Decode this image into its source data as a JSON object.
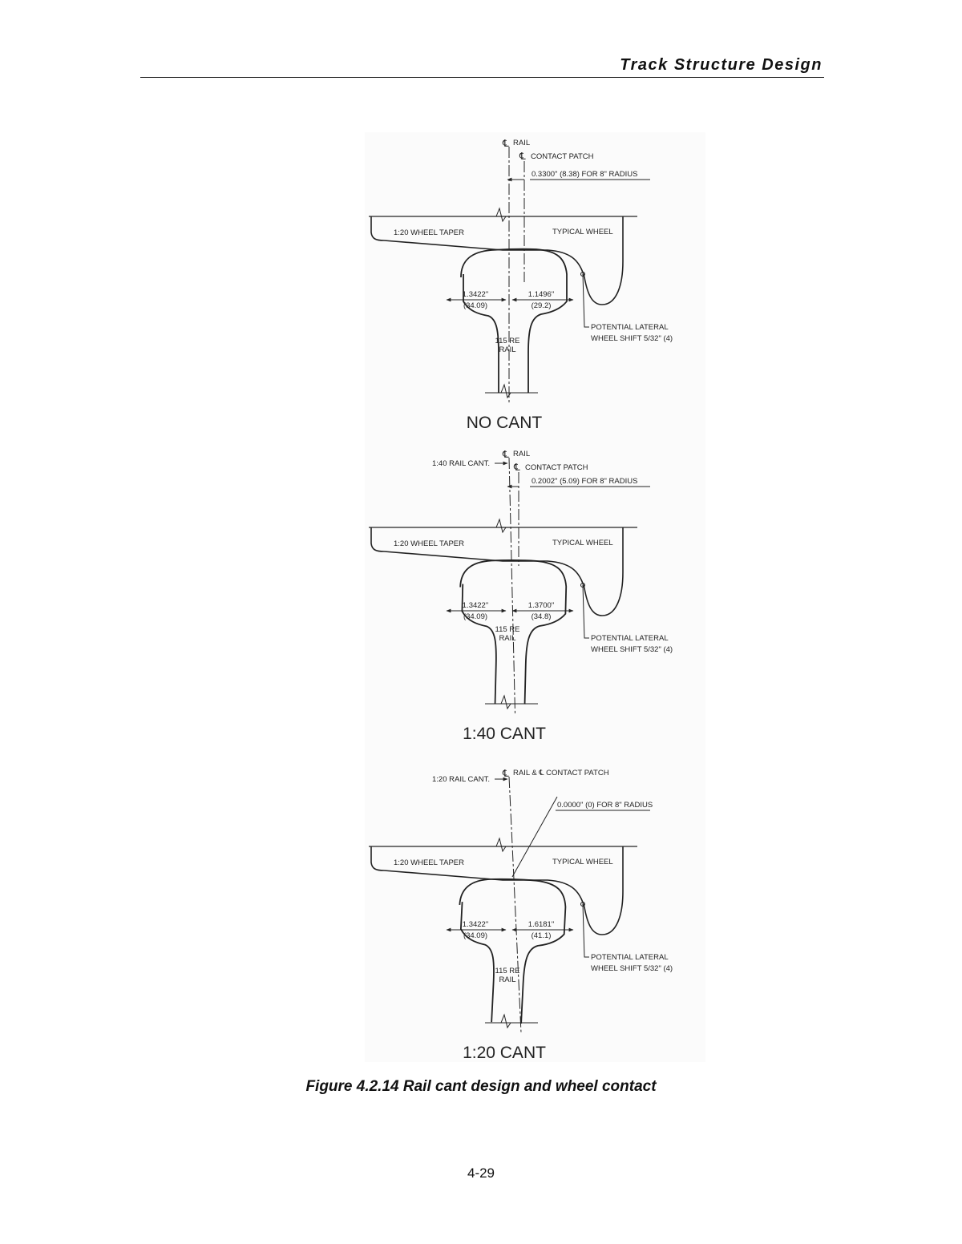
{
  "running_head": "Track Structure Design",
  "figure": {
    "panels": [
      {
        "id": "no-cant",
        "title": "NO CANT",
        "rail_label": "RAIL",
        "cant_label": "",
        "contact_label": "CONTACT PATCH",
        "offset_label": "0.3300\" (8.38) FOR 8\" RADIUS",
        "taper_label": "1:20 WHEEL TAPER",
        "wheel_label": "TYPICAL WHEEL",
        "left_dim": "1.3422\"",
        "left_dim_mm": "(34.09)",
        "right_dim": "1.1496\"",
        "right_dim_mm": "(29.2)",
        "rail_type_1": "115 RE",
        "rail_type_2": "RAIL",
        "shift_1": "POTENTIAL LATERAL",
        "shift_2": "WHEEL SHIFT 5/32\" (4)"
      },
      {
        "id": "cant-1-40",
        "title": "1:40 CANT",
        "rail_label": "RAIL",
        "cant_label": "1:40 RAIL CANT.",
        "contact_label": "CONTACT PATCH",
        "offset_label": "0.2002\" (5.09) FOR 8\" RADIUS",
        "taper_label": "1:20 WHEEL TAPER",
        "wheel_label": "TYPICAL WHEEL",
        "left_dim": "1.3422\"",
        "left_dim_mm": "(34.09)",
        "right_dim": "1.3700\"",
        "right_dim_mm": "(34.8)",
        "rail_type_1": "115 RE",
        "rail_type_2": "RAIL",
        "shift_1": "POTENTIAL LATERAL",
        "shift_2": "WHEEL SHIFT 5/32\" (4)"
      },
      {
        "id": "cant-1-20",
        "title": "1:20 CANT",
        "rail_label": "RAIL & ℄ CONTACT PATCH",
        "cant_label": "1:20 RAIL CANT.",
        "contact_label": "",
        "offset_label": "0.0000\" (0) FOR 8\" RADIUS",
        "taper_label": "1:20 WHEEL TAPER",
        "wheel_label": "TYPICAL WHEEL",
        "left_dim": "1.3422\"",
        "left_dim_mm": "(34.09)",
        "right_dim": "1.6181\"",
        "right_dim_mm": "(41.1)",
        "rail_type_1": "115 RE",
        "rail_type_2": "RAIL",
        "shift_1": "POTENTIAL LATERAL",
        "shift_2": "WHEEL SHIFT 5/32\" (4)"
      }
    ],
    "centerline_symbol": "℄",
    "caption": "Figure 4.2.14  Rail cant design and wheel contact"
  },
  "page_number": "4-29"
}
